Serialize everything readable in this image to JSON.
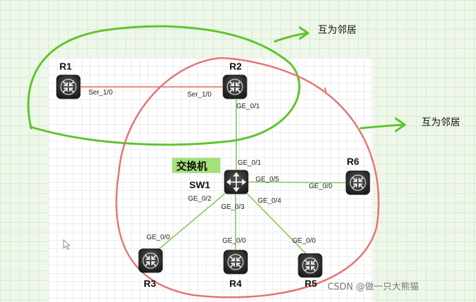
{
  "devices": {
    "r1": "R1",
    "r2": "R2",
    "r3": "R3",
    "r4": "R4",
    "r5": "R5",
    "r6": "R6",
    "sw1": "SW1"
  },
  "switch_tag": "交换机",
  "ports": {
    "r1_ser": "Ser_1/0",
    "r2_ser": "Ser_1/0",
    "r2_ge": "GE_0/1",
    "sw_to_r2": "GE_0/1",
    "sw_to_r6": "GE_0/5",
    "r6_ge": "GE_0/0",
    "sw_to_r3": "GE_0/2",
    "sw_to_r4": "GE_0/3",
    "sw_to_r5": "GE_0/4",
    "r3_ge": "GE_0/0",
    "r4_ge": "GE_0/0",
    "r5_ge": "GE_0/0"
  },
  "annotations": {
    "top_neighbors": "互为邻居",
    "right_neighbors": "互为邻居"
  },
  "watermark": "CSDN @做一只大熊猫",
  "colors": {
    "serial_link": "#d44",
    "ethernet_link": "#8cd070",
    "green_annotation": "#5ec42a",
    "red_annotation": "#e57373",
    "switch_tag_bg": "#a6e07c"
  },
  "icons": {
    "router": "router-icon",
    "switch": "switch-icon",
    "cursor": "cursor-icon"
  }
}
